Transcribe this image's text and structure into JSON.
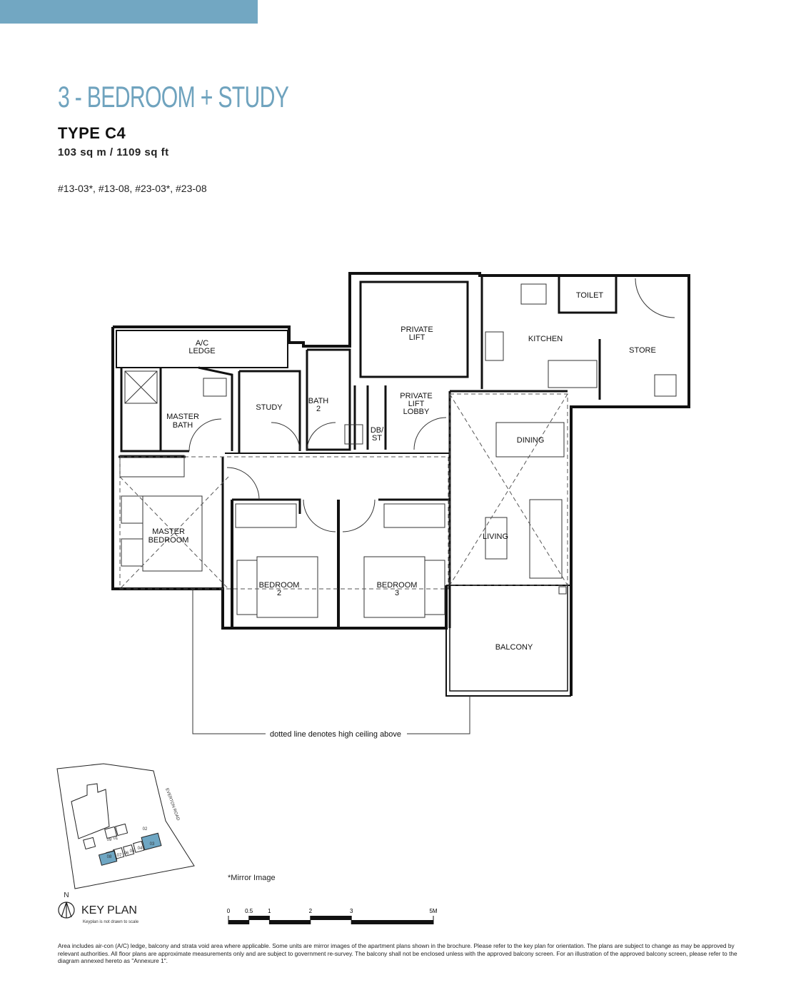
{
  "colors": {
    "accent": "#72a7c2",
    "title": "#6fa3be",
    "highlight": "#6ea6c3"
  },
  "header": {
    "title": "3 - BEDROOM + STUDY",
    "type": "TYPE C4",
    "area": "103 sq m / 1109 sq ft",
    "units": "#13-03*, #13-08, #23-03*, #23-08"
  },
  "rooms": {
    "ac_ledge_1": "A/C",
    "ac_ledge_2": "LEDGE",
    "private_lift_1": "PRIVATE",
    "private_lift_2": "LIFT",
    "toilet": "TOILET",
    "kitchen": "KITCHEN",
    "store": "STORE",
    "master_bath_1": "MASTER",
    "master_bath_2": "BATH",
    "study": "STUDY",
    "bath2_1": "BATH",
    "bath2_2": "2",
    "lobby_1": "PRIVATE",
    "lobby_2": "LIFT",
    "lobby_3": "LOBBY",
    "dbst_1": "DB/",
    "dbst_2": "ST",
    "dining": "DINING",
    "master_bedroom_1": "MASTER",
    "master_bedroom_2": "BEDROOM",
    "bedroom2_1": "BEDROOM",
    "bedroom2_2": "2",
    "bedroom3_1": "BEDROOM",
    "bedroom3_2": "3",
    "living": "LIVING",
    "balcony": "BALCONY"
  },
  "annotation": "dotted line denotes high ceiling above",
  "keyplan": {
    "road": "EVERTON ROAD",
    "units": [
      "09",
      "01",
      "02",
      "03",
      "04",
      "05",
      "06",
      "07",
      "08"
    ],
    "highlighted": [
      "03",
      "08"
    ],
    "north": "N",
    "title": "KEY PLAN",
    "note": "Keyplan is not drawn to scale"
  },
  "mirror_note": "*Mirror Image",
  "scale": {
    "ticks": [
      "0",
      "0.5",
      "1",
      "2",
      "3",
      "5M"
    ],
    "values": [
      0,
      0.5,
      1,
      2,
      3,
      5
    ]
  },
  "disclaimer": "Area includes air-con (A/C) ledge, balcony and strata void area where applicable. Some units are mirror images of the apartment plans shown in the brochure. Please refer to the key plan for orientation. The plans are subject to change as may be approved by relevant authorities. All floor plans are approximate measurements only and are subject to government re-survey. The balcony shall not be enclosed unless with the approved balcony screen. For an illustration of the approved balcony screen, please refer to the diagram annexed hereto as \"Annexure 1\"."
}
